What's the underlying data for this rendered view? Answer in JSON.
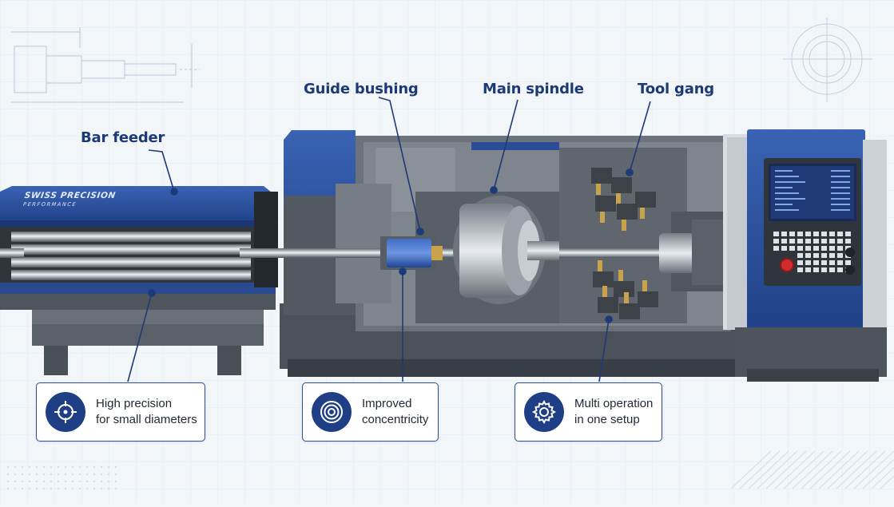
{
  "labels": {
    "bar_feeder": "Bar feeder",
    "guide_bushing": "Guide bushing",
    "main_spindle": "Main spindle",
    "tool_gang": "Tool gang"
  },
  "brand": {
    "line1": "SWISS PRECISION",
    "line2": "PERFORMANCE"
  },
  "callouts": [
    {
      "line1": "High precision",
      "line2": "for small diameters",
      "icon": "crosshair-icon"
    },
    {
      "line1": "Improved",
      "line2": "concentricity",
      "icon": "concentric-circles-icon"
    },
    {
      "line1": "Multi operation",
      "line2": "in one setup",
      "icon": "gear-icon"
    }
  ],
  "colors": {
    "accent": "#1e3f85",
    "machine_blue": "#2b4d97",
    "machine_gray": "#5c636c",
    "background": "#f3f6f9"
  }
}
